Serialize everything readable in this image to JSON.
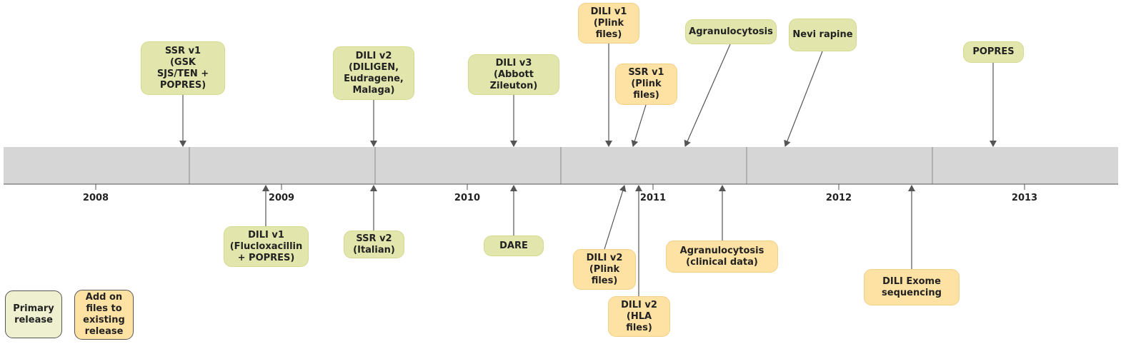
{
  "years": [
    "2008",
    "2009",
    "2010",
    "2011",
    "2012",
    "2013"
  ],
  "top_events": [
    {
      "id": "ssr-v1",
      "label": "SSR v1\n(GSK\nSJS/TEN +\nPOPRES)",
      "kind": "primary"
    },
    {
      "id": "dili-v2-top",
      "label": "DILI v2\n(DILIGEN,\nEudragene,\nMalaga)",
      "kind": "primary"
    },
    {
      "id": "dili-v3",
      "label": "DILI v3\n(Abbott\nZileuton)",
      "kind": "primary"
    },
    {
      "id": "dili-v1-plink",
      "label": "DILI v1\n(Plink\nfiles)",
      "kind": "addon"
    },
    {
      "id": "ssr-v1-plink",
      "label": "SSR v1\n(Plink\nfiles)",
      "kind": "addon"
    },
    {
      "id": "agranulocytosis",
      "label": "Agranulocytosis",
      "kind": "primary"
    },
    {
      "id": "nevirapine",
      "label": "Nevi rapine",
      "kind": "primary"
    },
    {
      "id": "popres",
      "label": "POPRES",
      "kind": "primary"
    }
  ],
  "bottom_events": [
    {
      "id": "dili-v1",
      "label": "DILI v1\n(Flucloxacillin\n+ POPRES)",
      "kind": "primary"
    },
    {
      "id": "ssr-v2",
      "label": "SSR v2\n(Italian)",
      "kind": "primary"
    },
    {
      "id": "dare",
      "label": "DARE",
      "kind": "primary"
    },
    {
      "id": "dili-v2-plink",
      "label": "DILI v2\n(Plink\nfiles)",
      "kind": "addon"
    },
    {
      "id": "dili-v2-hla",
      "label": "DILI v2\n(HLA\nfiles)",
      "kind": "addon"
    },
    {
      "id": "agranulocytosis-clinical",
      "label": "Agranulocytosis\n(clinical data)",
      "kind": "addon"
    },
    {
      "id": "dili-exome",
      "label": "DILI Exome\nsequencing",
      "kind": "addon"
    }
  ],
  "legend": {
    "primary": "Primary\nrelease",
    "addon": "Add on\nfiles to\nexisting\nrelease"
  },
  "colors": {
    "primary": "#e2e6ad",
    "addon": "#fde2a4",
    "band": "#d6d6d6",
    "arrow": "#555555"
  }
}
